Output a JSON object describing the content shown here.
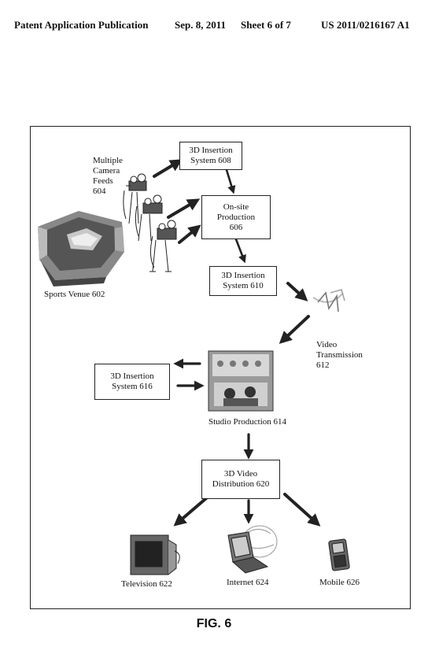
{
  "header": {
    "left": "Patent Application Publication",
    "date": "Sep. 8, 2011",
    "sheet": "Sheet 6 of 7",
    "number": "US 2011/0216167 A1"
  },
  "boxes": {
    "insertion_608": "3D Insertion\nSystem 608",
    "onsite_606": "On-site\nProduction\n606",
    "insertion_610": "3D Insertion\nSystem 610",
    "insertion_616": "3D Insertion\nSystem 616",
    "distribution_620": "3D Video\nDistribution 620"
  },
  "labels": {
    "camera_feeds": "Multiple\nCamera\nFeeds\n604",
    "sports_venue": "Sports Venue 602",
    "video_transmission": "Video\nTransmission\n612",
    "studio_production": "Studio Production 614",
    "television": "Television 622",
    "internet": "Internet 624",
    "mobile": "Mobile 626"
  },
  "figure_caption": "FIG. 6"
}
